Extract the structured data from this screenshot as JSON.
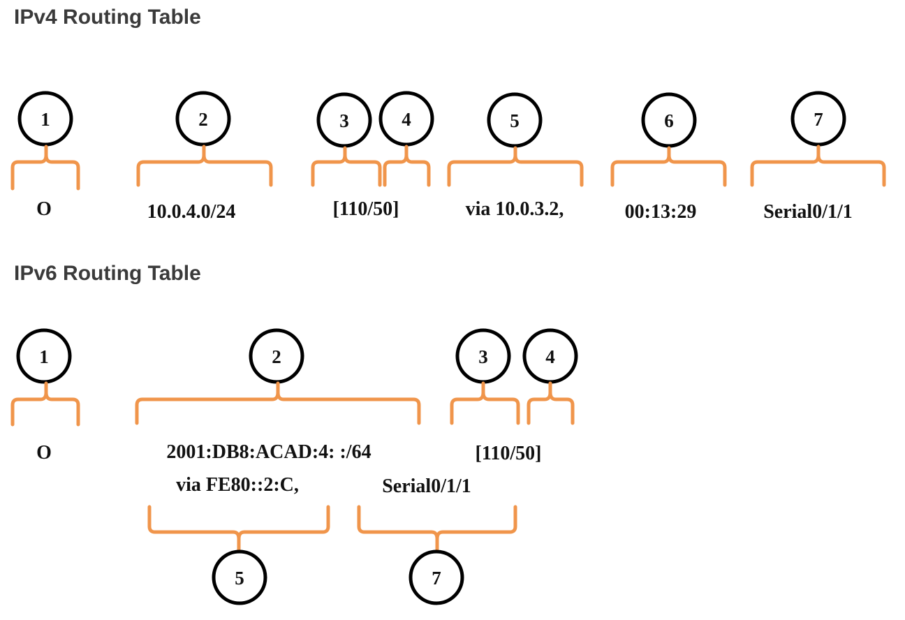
{
  "colors": {
    "brace": "#f0954b",
    "circle_stroke": "#000000",
    "text": "#111111",
    "heading": "#3a3a3a"
  },
  "ipv4": {
    "title": "IPv4 Routing Table",
    "fields": [
      {
        "num": "1",
        "text": "O"
      },
      {
        "num": "2",
        "text": "10.0.4.0/24"
      },
      {
        "num": "3",
        "text": "[110/50]"
      },
      {
        "num": "4",
        "text": ""
      },
      {
        "num": "5",
        "text": "via 10.0.3.2,"
      },
      {
        "num": "6",
        "text": "00:13:29"
      },
      {
        "num": "7",
        "text": "Serial0/1/1"
      }
    ]
  },
  "ipv6": {
    "title": "IPv6 Routing Table",
    "fields": [
      {
        "num": "1",
        "text": "O"
      },
      {
        "num": "2",
        "text": "2001:DB8:ACAD:4: :/64"
      },
      {
        "num": "3",
        "text": "[110/50]"
      },
      {
        "num": "4",
        "text": ""
      },
      {
        "num": "5",
        "text": "via FE80::2:C,"
      },
      {
        "num": "7",
        "text": "Serial0/1/1"
      }
    ]
  }
}
